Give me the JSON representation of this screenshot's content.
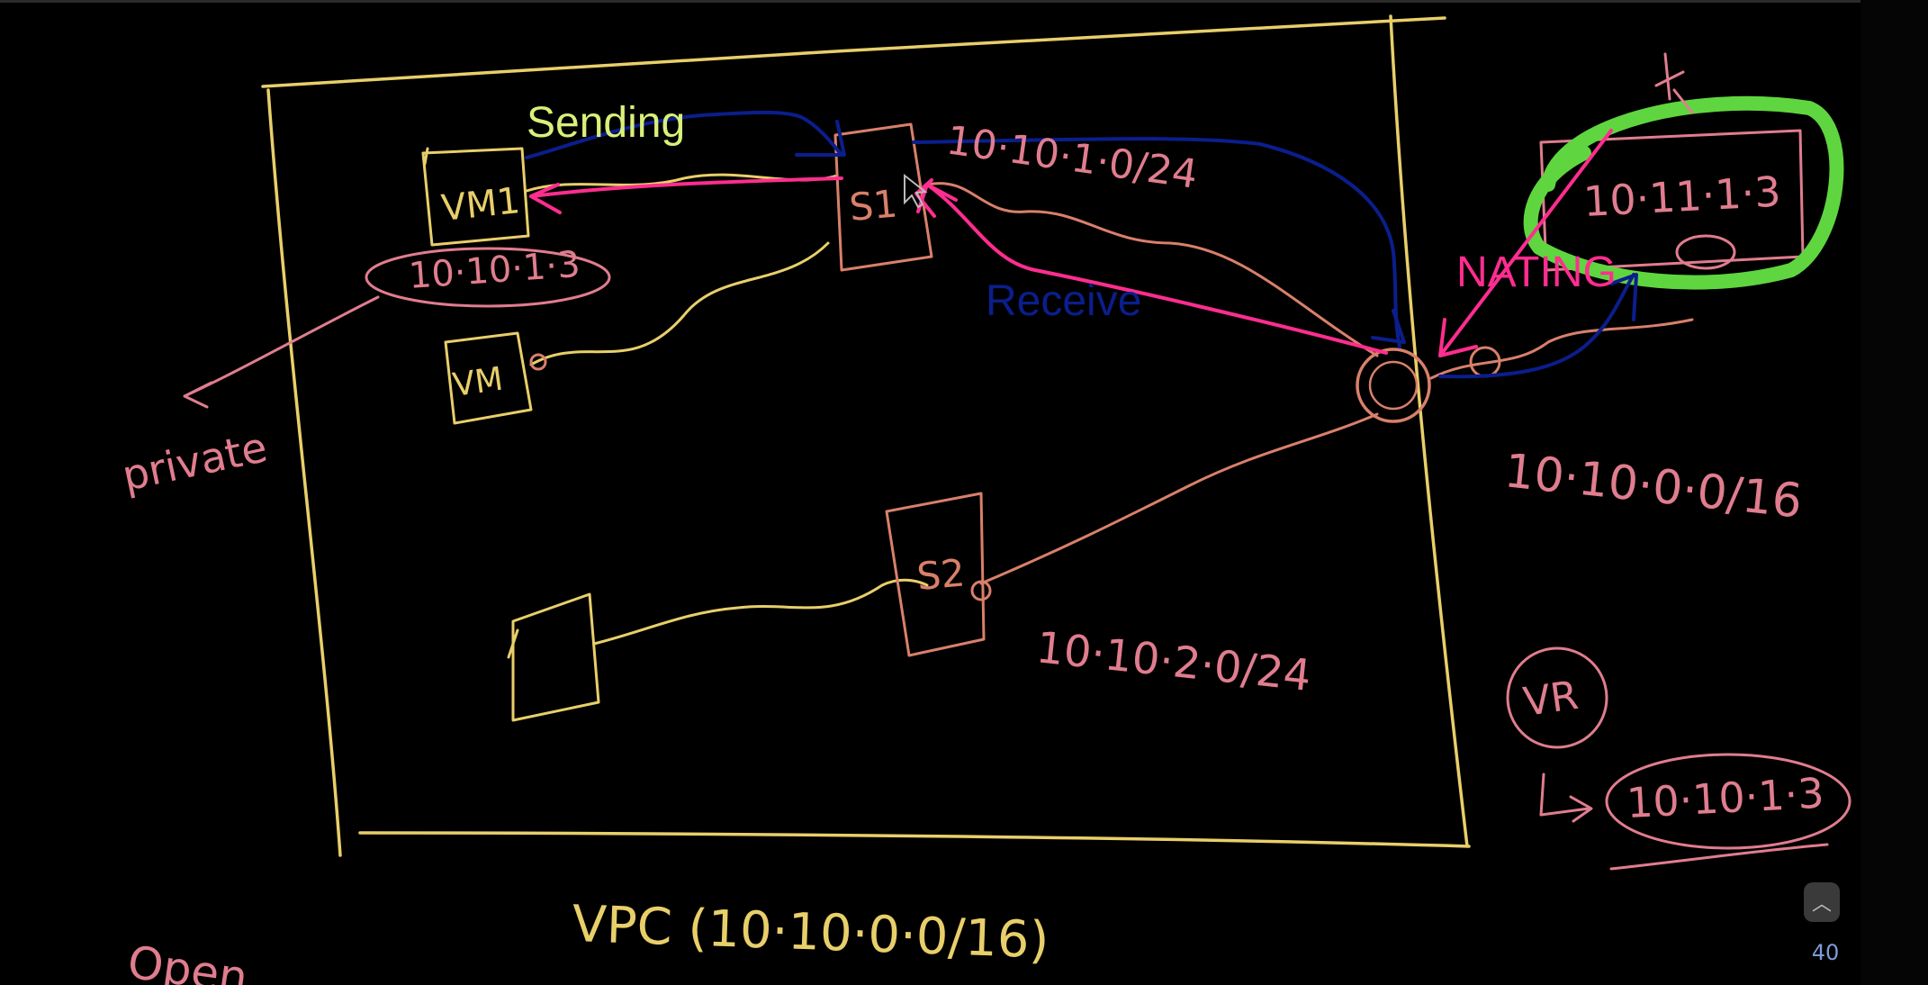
{
  "colors": {
    "background": "#000000",
    "chalk_yellow": "#e8cf6a",
    "chalk_pink": "#e07d8e",
    "chalk_orange": "#d9806a",
    "hot_pink": "#ff2d8f",
    "navy": "#0b1e8c",
    "lime_text": "#d8f07a",
    "highlight_green": "#5fd63f"
  },
  "labels": {
    "sending": "Sending",
    "receive": "Receive",
    "nating": "NATING"
  },
  "handwriting": {
    "vm1": "VM1",
    "vm1_ip": "10·10·1·3",
    "vm2": "VM",
    "s1": "S1",
    "s1_cidr": "10·10·1·0/24",
    "s2": "S2",
    "s2_cidr": "10·10·2·0/24",
    "private": "private",
    "vpc_caption": "VPC (10·10·0·0/16)",
    "vpc_cidr": "10·10·0·0/16",
    "public_ip": "10·11·1·3",
    "vr": "VR",
    "vr_target": "10·10·1·3",
    "open": "Open"
  },
  "viewer": {
    "page_number": "40",
    "scroll_icon": "chevron-up-icon"
  }
}
